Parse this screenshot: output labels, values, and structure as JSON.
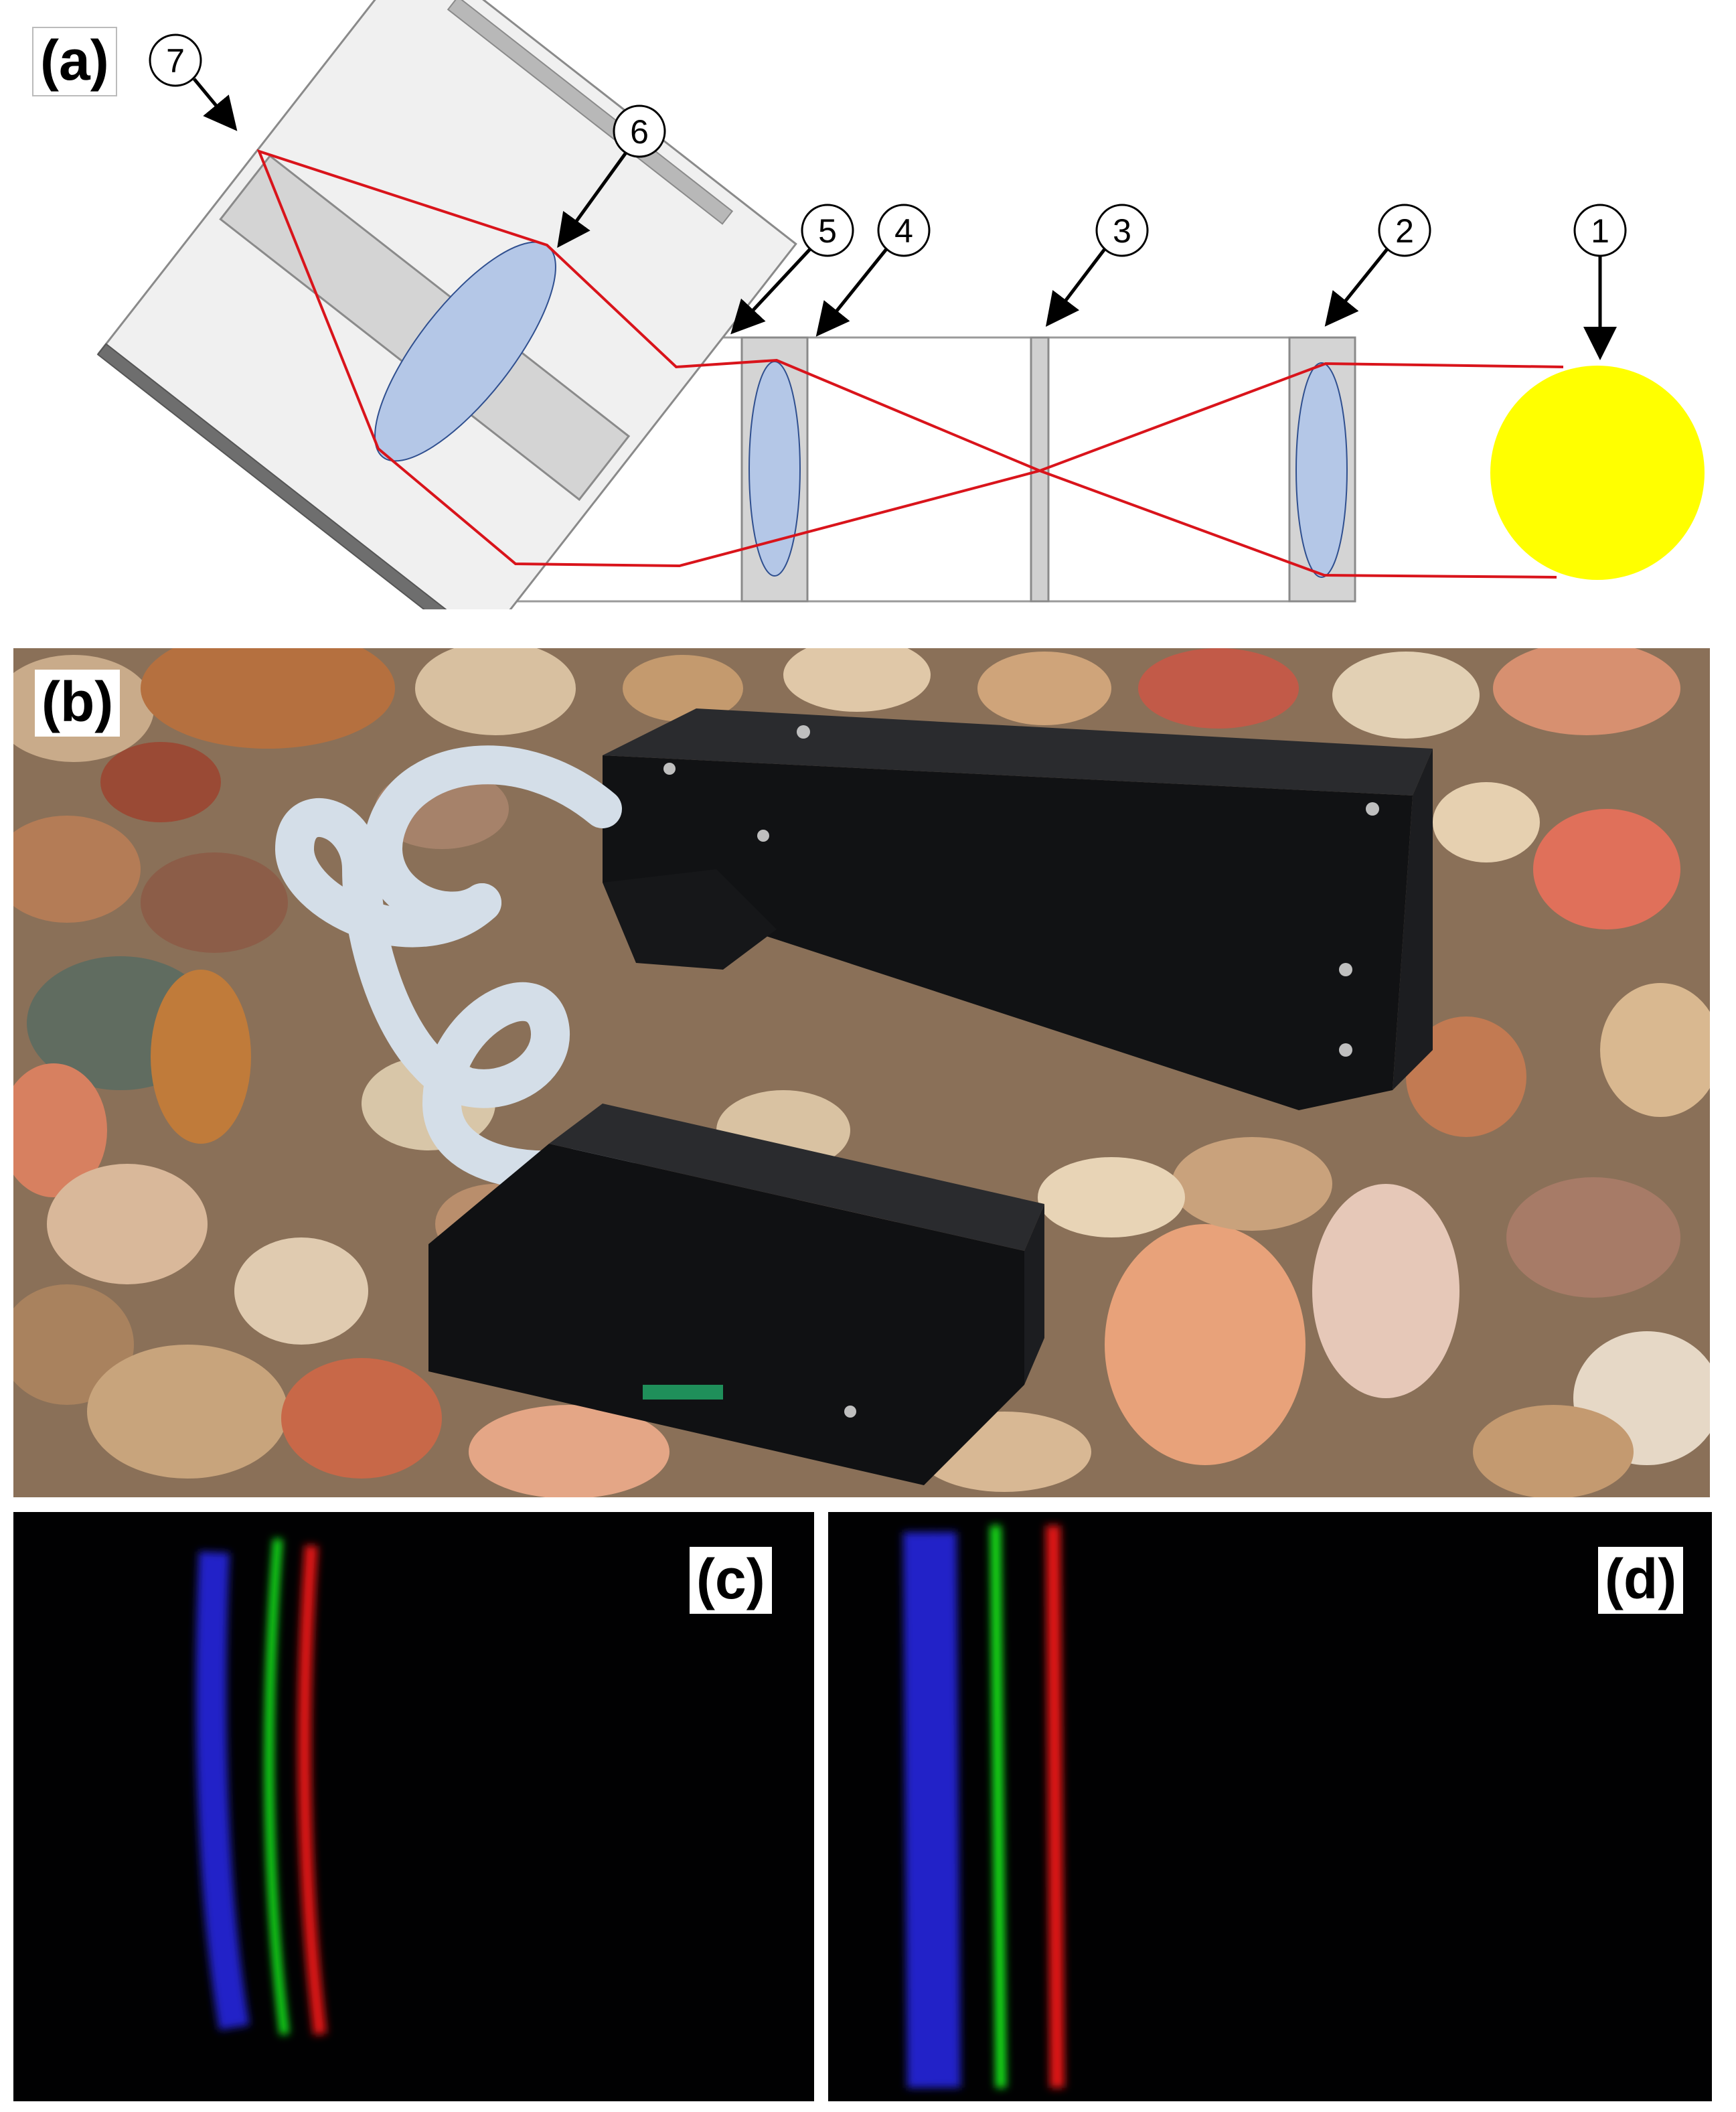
{
  "panels": {
    "a": {
      "label": "(a)"
    },
    "b": {
      "label": "(b)"
    },
    "c": {
      "label": "(c)"
    },
    "d": {
      "label": "(d)"
    }
  },
  "diagram": {
    "callouts": [
      "1",
      "2",
      "3",
      "4",
      "5",
      "6",
      "7"
    ]
  },
  "colors": {
    "ray": "#d9141b",
    "lens": "#b4c7e7",
    "source": "#ffff00",
    "housing": "#f2f2f2",
    "holder": "#d0d0d0",
    "spectrum_blue": "#2323c8",
    "spectrum_green": "#12e21a",
    "spectrum_red": "#e01414"
  },
  "icons": [
    "light-source-icon",
    "lens-icon",
    "slit-icon",
    "grating-icon",
    "sensor-icon",
    "camera-board-icon",
    "spectrometer-tube-icon",
    "ribbon-cable-icon"
  ]
}
